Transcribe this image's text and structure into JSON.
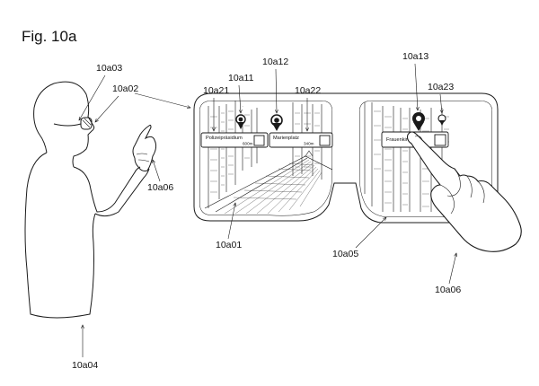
{
  "figure": {
    "title": "Fig. 10a"
  },
  "refs": {
    "user": "10a04",
    "glasses": "10a03",
    "eye": "10a02",
    "hand": "10a06",
    "display": "10a01",
    "lens_right": "10a05",
    "hand_right": "10a06",
    "card_left_arrow": "10a21",
    "pin_left": "10a11",
    "pin_mid": "10a12",
    "card_mid_arrow": "10a22",
    "pin_right": "10a13",
    "card_right_arrow": "10a23"
  },
  "cards": [
    {
      "title": "Polizeipräsidium",
      "distance": "600m"
    },
    {
      "title": "Marienplatz",
      "distance": "340m"
    },
    {
      "title": "Frauenkirche",
      "distance": ""
    }
  ]
}
